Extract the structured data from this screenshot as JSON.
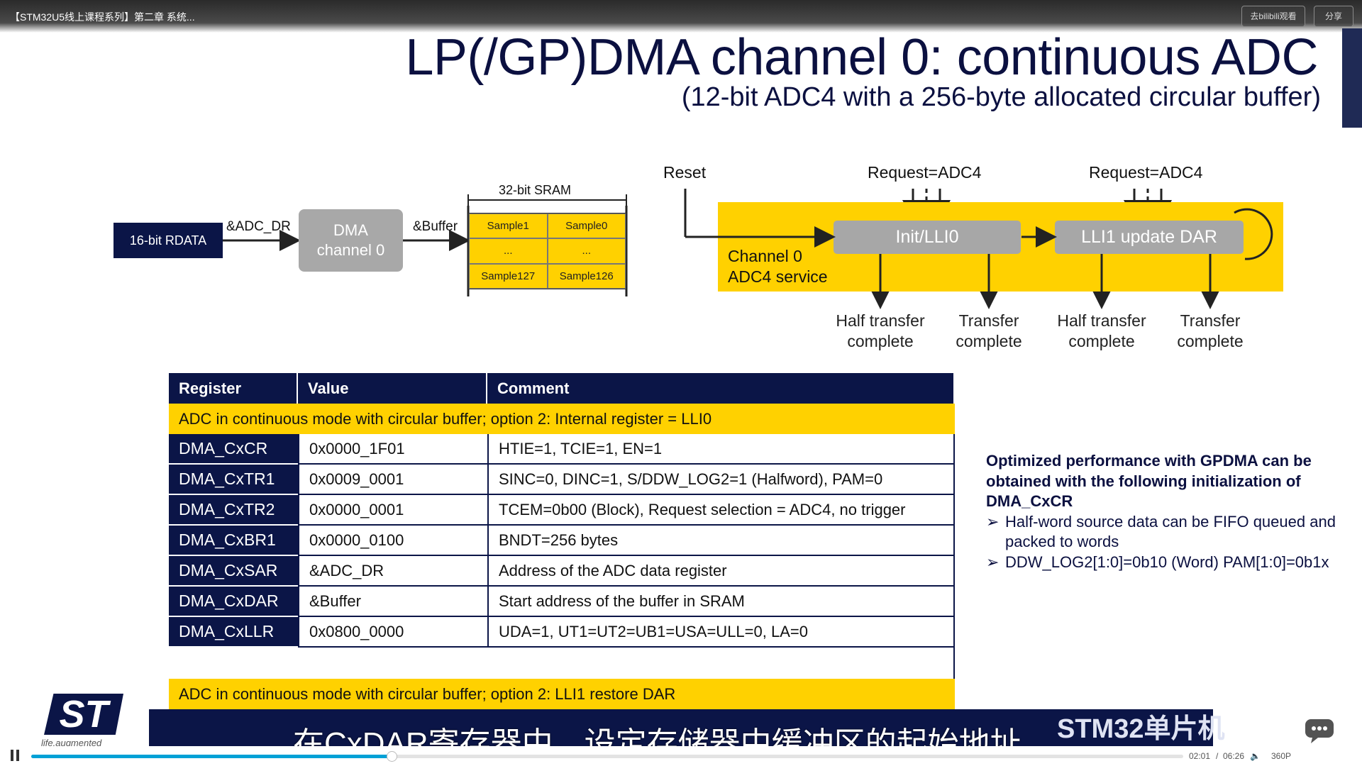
{
  "player": {
    "video_title": "【STM32U5线上课程系列】第二章 系统...",
    "watch_button": "去bilibili观看",
    "share_button": "分享",
    "time_current": "02:01",
    "time_separator": "/",
    "time_total": "06:26",
    "quality": "360P",
    "progress_fraction": 0.313,
    "buffered_fraction": 0.306
  },
  "slide": {
    "title": "LP(/GP)DMA channel 0: continuous ADC",
    "subtitle": "(12-bit ADC4 with a 256-byte allocated circular buffer)",
    "diagram": {
      "rdata": "16-bit RDATA",
      "adc_dr_label": "&ADC_DR",
      "dma_box": "DMA\nchannel 0",
      "buffer_label": "&Buffer",
      "sram_label": "32-bit SRAM",
      "sram_cells": [
        "Sample1",
        "Sample0",
        "...",
        "...",
        "Sample127",
        "Sample126"
      ],
      "reset_label": "Reset",
      "request_left": "Request=ADC4",
      "request_right": "Request=ADC4",
      "init_box": "Init/LLI0",
      "lli1_box": "LLI1 update DAR",
      "channel_line1": "Channel 0",
      "channel_line2": "ADC4 service",
      "events": [
        {
          "line1": "Half transfer",
          "line2": "complete"
        },
        {
          "line1": "Transfer",
          "line2": "complete"
        },
        {
          "line1": "Half transfer",
          "line2": "complete"
        },
        {
          "line1": "Transfer",
          "line2": "complete"
        }
      ]
    },
    "table": {
      "headers": [
        "Register",
        "Value",
        "Comment"
      ],
      "section1": "ADC in continuous mode with circular buffer; option 2: Internal register = LLI0",
      "rows": [
        {
          "register": "DMA_CxCR",
          "value": "0x0000_1F01",
          "comment": "HTIE=1, TCIE=1, EN=1"
        },
        {
          "register": "DMA_CxTR1",
          "value": "0x0009_0001",
          "comment": "SINC=0, DINC=1, S/DDW_LOG2=1 (Halfword), PAM=0"
        },
        {
          "register": "DMA_CxTR2",
          "value": "0x0000_0001",
          "comment": "TCEM=0b00 (Block), Request selection = ADC4, no trigger"
        },
        {
          "register": "DMA_CxBR1",
          "value": "0x0000_0100",
          "comment": "BNDT=256 bytes"
        },
        {
          "register": "DMA_CxSAR",
          "value": "&ADC_DR",
          "comment": "Address of the ADC data register"
        },
        {
          "register": "DMA_CxDAR",
          "value": "&Buffer",
          "comment": "Start address of the buffer in SRAM"
        },
        {
          "register": "DMA_CxLLR",
          "value": "0x0800_0000",
          "comment": "UDA=1, UT1=UT2=UB1=USA=ULL=0, LA=0"
        }
      ],
      "section2": "ADC in continuous mode with circular buffer; option 2: LLI1 restore DAR"
    },
    "notes": {
      "heading": "Optimized performance with GPDMA can be obtained with the following initialization of  DMA_CxCR",
      "bullets": [
        "Half-word source data can be FIFO queued and packed to words",
        "DDW_LOG2[1:0]=0b10 (Word) PAM[1:0]=0b1x"
      ]
    },
    "logo_tagline": "life.augmented"
  },
  "subtitle_text": "在CxDAR寄存器中，设定存储器中缓冲区的起始地址",
  "watermark_text": "STM32单片机",
  "colors": {
    "navy": "#0b1547",
    "yellow": "#ffd100",
    "grey": "#a8a8a8",
    "accent": "#00a1d6"
  },
  "icons": [
    "pause-icon",
    "chevron-right-icon",
    "chat-bubble-icon",
    "volume-icon"
  ]
}
